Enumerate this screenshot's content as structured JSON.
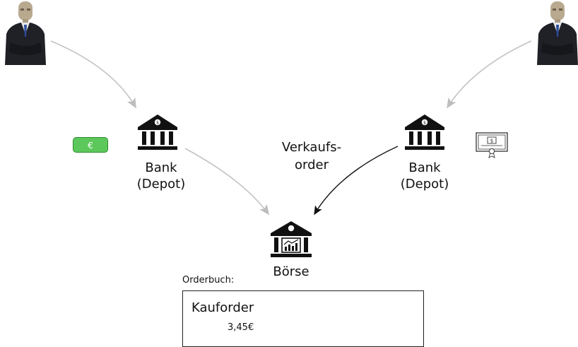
{
  "money_badge": {
    "label": "€",
    "color": "#5cc85c"
  },
  "banks": [
    {
      "name": "Bank",
      "sub": "(Depot)"
    },
    {
      "name": "Bank",
      "sub": "(Depot)"
    }
  ],
  "order_label": {
    "line1": "Verkaufs-",
    "line2": "order"
  },
  "exchange": {
    "name": "Börse"
  },
  "orderbook": {
    "caption": "Orderbuch:",
    "title": "Kauforder",
    "price": "3,45€"
  },
  "icons": [
    "person-icon",
    "bank-icon",
    "stock-exchange-icon",
    "certificate-icon",
    "money-icon"
  ]
}
